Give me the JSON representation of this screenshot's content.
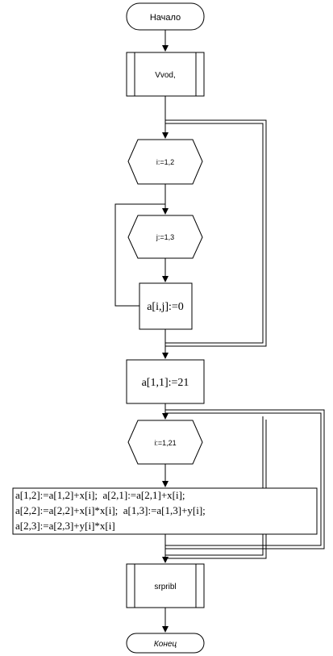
{
  "flowchart": {
    "start": "Начало",
    "input": "Vvod,",
    "loop_i_1": "i:=1,2",
    "loop_j": "j:=1,3",
    "assign_zero": "a[i,j]:=0",
    "assign_21": "a[1,1]:=21",
    "loop_i_2": "i:=1,21",
    "body_lines": [
      "a[1,2]:=a[1,2]+x[i];  a[2,1]:=a[2,1]+x[i];",
      "a[2,2]:=a[2,2]+x[i]*x[i];  a[1,3]:=a[1,3]+y[i];",
      "a[2,3]:=a[2,3]+y[i]*x[i]"
    ],
    "call": "srpribl",
    "end": "Конец"
  }
}
